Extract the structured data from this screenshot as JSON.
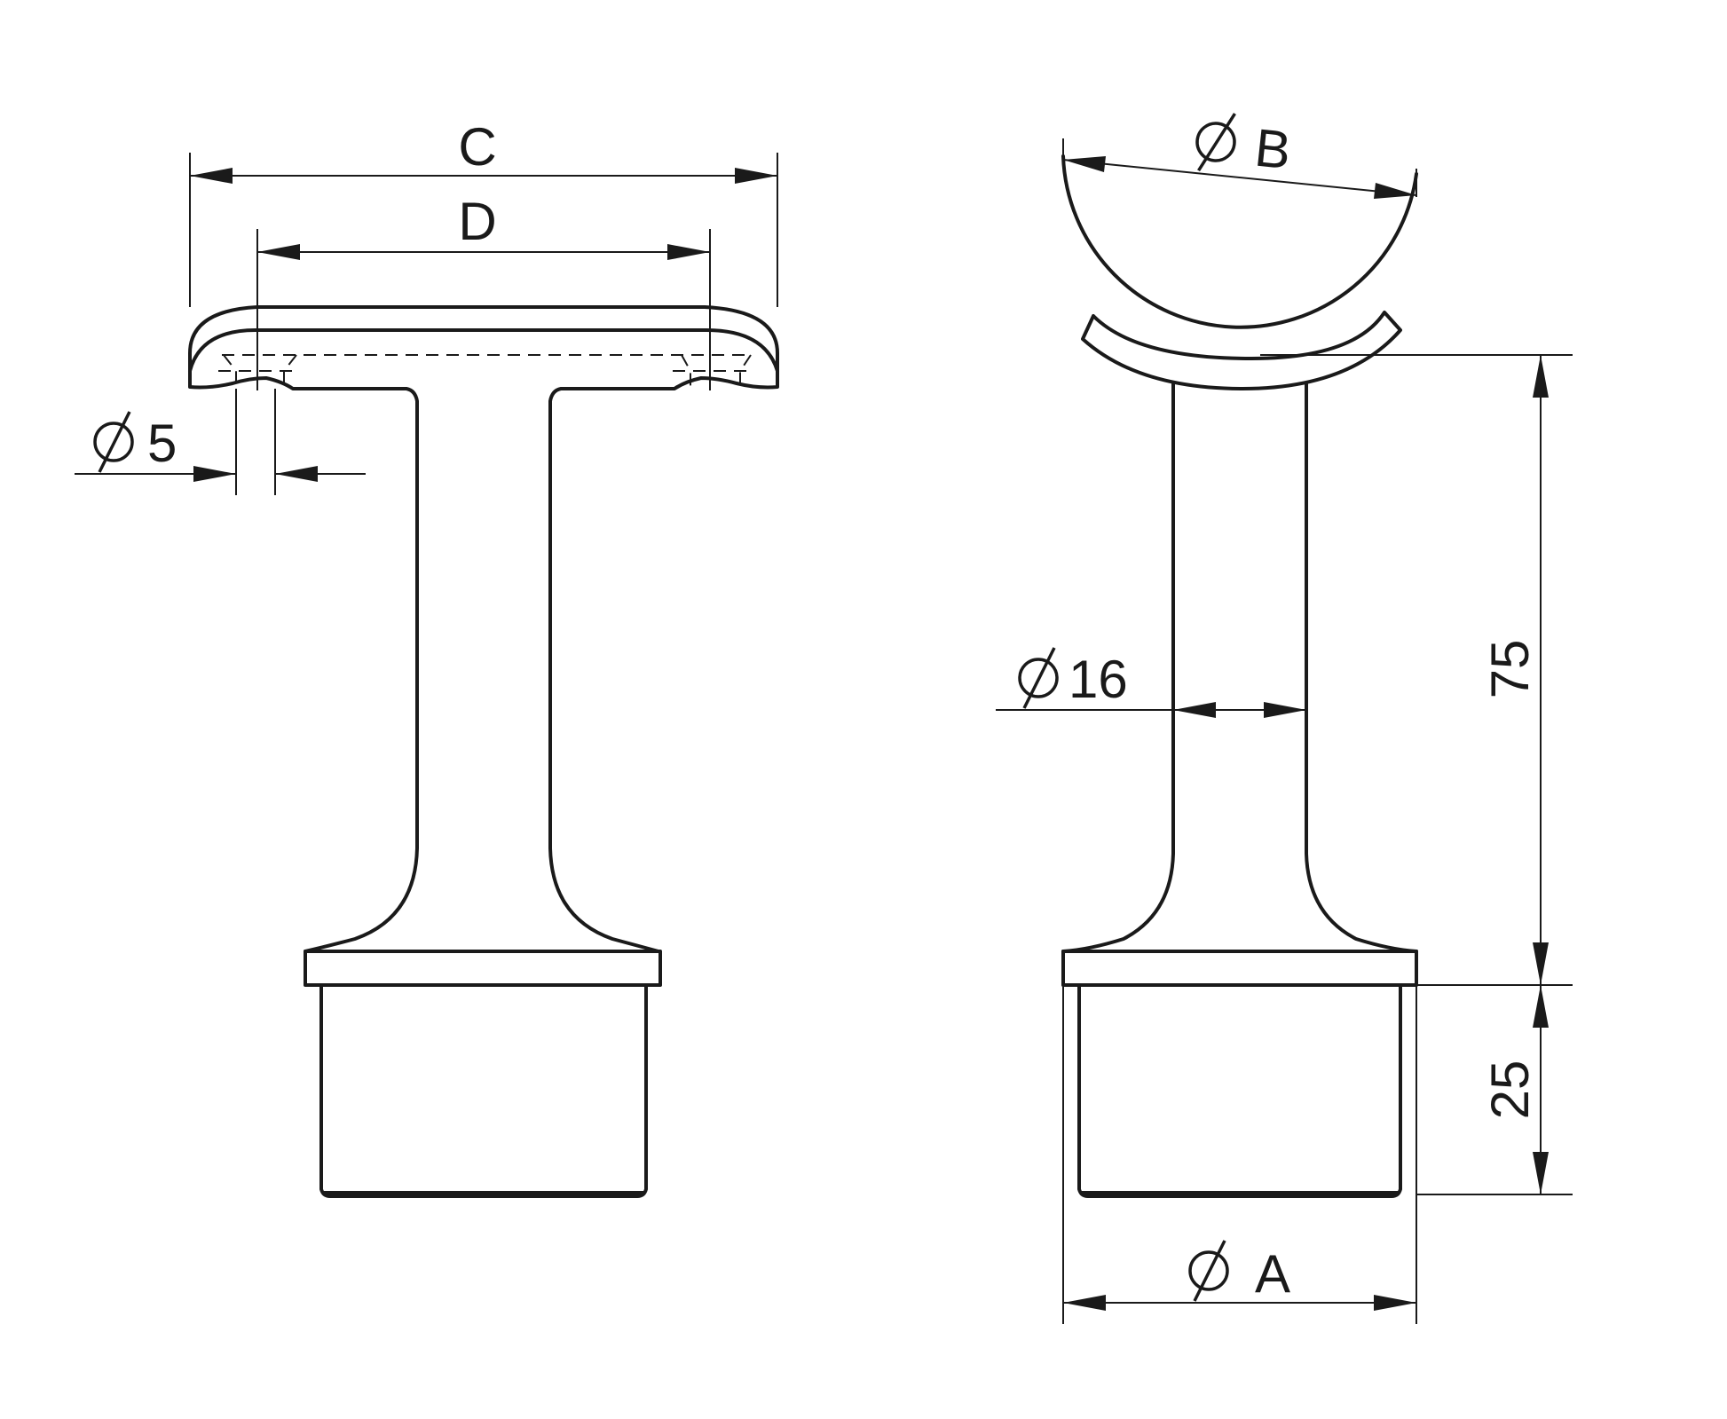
{
  "diameter_symbol": "Ø",
  "side_view": {
    "dim_overall_width": "C",
    "dim_hole_spacing": "D",
    "dim_hole": "5"
  },
  "front_view": {
    "dim_saddle": "B",
    "dim_stem": "16",
    "dim_height": "75",
    "dim_spigot_length": "25",
    "dim_spigot": "A"
  },
  "colors": {
    "line": "#1a1a1a",
    "background": "#ffffff"
  }
}
